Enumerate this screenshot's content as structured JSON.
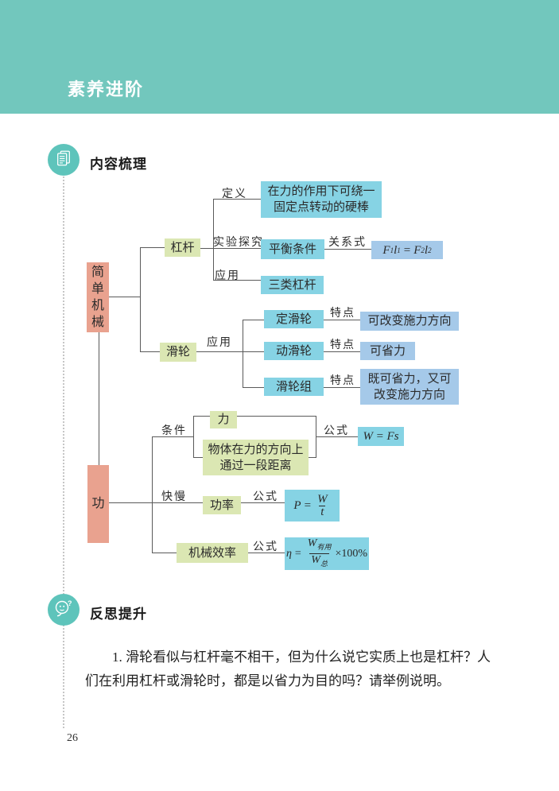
{
  "colors": {
    "banner_teal": "#72c7bd",
    "icon_teal": "#5ec4bb",
    "node_salmon": "#e9a28f",
    "node_green": "#dbe7b3",
    "node_cyan": "#86d3e4",
    "node_blue": "#a5c9e9"
  },
  "icons": {
    "content": "document-pages-icon",
    "reflect": "thinking-face-icon"
  },
  "banner": {
    "title": "素养进阶"
  },
  "sections": {
    "content_title": "内容梳理",
    "reflect_title": "反思提升"
  },
  "map": {
    "root_machine": "简单机械",
    "root_work": "功",
    "lever": "杠杆",
    "pulley": "滑轮",
    "labels": {
      "definition": "定义",
      "experiment": "实验探究",
      "relation": "关系式",
      "application": "应用",
      "feature": "特点",
      "condition": "条件",
      "formula": "公式",
      "speed": "快慢"
    },
    "nodes": {
      "def_line1": "在力的作用下可绕一",
      "def_line2": "固定点转动的硬棒",
      "balance": "平衡条件",
      "three_levers": "三类杠杆",
      "fixed_pulley": "定滑轮",
      "fixed_feature": "可改变施力方向",
      "movable_pulley": "动滑轮",
      "movable_feature": "可省力",
      "pulley_group": "滑轮组",
      "group_feature_line1": "既可省力，又可",
      "group_feature_line2": "改变施力方向",
      "force": "力",
      "distance_line1": "物体在力的方向上",
      "distance_line2": "通过一段距离",
      "power": "功率",
      "efficiency": "机械效率"
    },
    "formulas": {
      "lever_relation": [
        "F",
        "1",
        "l",
        "1",
        "=",
        "F",
        "2",
        "l",
        "2"
      ],
      "work": "W = Fs",
      "power": {
        "lhs": "P",
        "eq": "=",
        "num": "W",
        "den": "t"
      },
      "efficiency": {
        "lhs": "η",
        "eq": "=",
        "num": "W",
        "num_sub": "有用",
        "den": "W",
        "den_sub": "总",
        "suffix": "×100%"
      }
    }
  },
  "reflection": {
    "line1": "1. 滑轮看似与杠杆毫不相干，但为什么说它实质上也是杠杆？人",
    "line2": "们在利用杠杆或滑轮时，都是以省力为目的吗？请举例说明。"
  },
  "page": {
    "number": "26"
  }
}
